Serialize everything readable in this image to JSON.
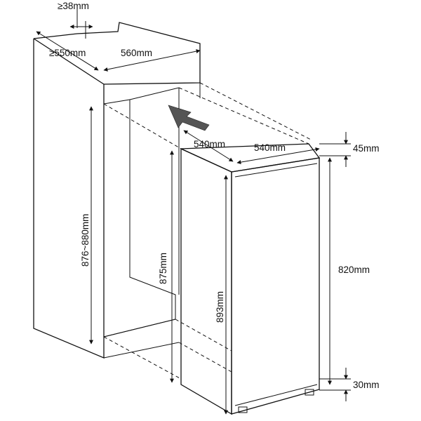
{
  "labels": {
    "clearance_top": "≥38mm",
    "cabinet_depth": "≥550mm",
    "niche_width": "560mm",
    "niche_height": "876~880mm",
    "appliance_depth": "540mm",
    "appliance_width": "540mm",
    "door_top_gap": "45mm",
    "appliance_height": "875mm",
    "door_height": "893mm",
    "door_mid": "820mm",
    "door_bottom_gap": "30mm"
  }
}
